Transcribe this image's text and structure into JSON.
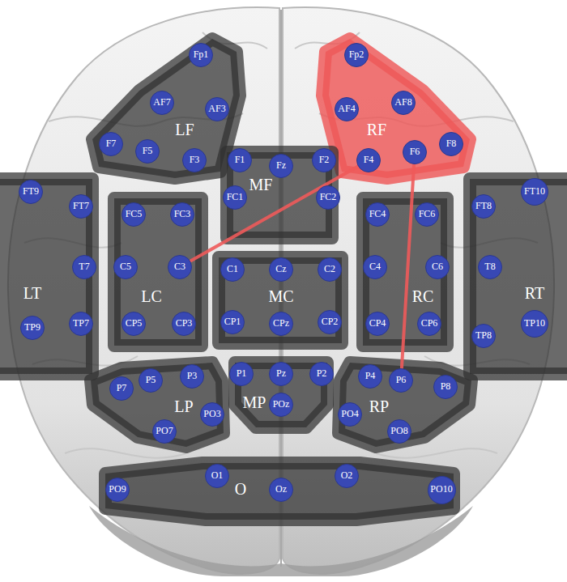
{
  "diagram": {
    "nodes": [
      {
        "text": [
          "LF"
        ]
      },
      {
        "text": [
          "Fp1"
        ],
        "in": 0
      },
      {
        "text": [
          "AF7"
        ],
        "in": 0
      },
      {
        "text": [
          "AF3"
        ],
        "in": 0
      },
      {
        "text": [
          "F7"
        ],
        "in": 0
      },
      {
        "text": [
          "F5"
        ],
        "in": 0
      },
      {
        "text": [
          "F3"
        ],
        "in": 0
      },
      {
        "text": [
          "RF"
        ]
      },
      {
        "text": [
          "Fp2"
        ],
        "in": 7
      },
      {
        "text": [
          "AF4"
        ],
        "in": 7
      },
      {
        "text": [
          "AF8"
        ],
        "in": 7
      },
      {
        "text": [
          "F4"
        ],
        "in": 7
      },
      {
        "text": [
          "F6"
        ],
        "in": 7
      },
      {
        "text": [
          "F8"
        ],
        "in": 7
      },
      {
        "text": [
          "MF"
        ]
      },
      {
        "text": [
          "F1"
        ],
        "in": 14
      },
      {
        "text": [
          "Fz"
        ],
        "in": 14
      },
      {
        "text": [
          "F2"
        ],
        "in": 14
      },
      {
        "text": [
          "FC1"
        ],
        "in": 14
      },
      {
        "text": [
          "FC2"
        ],
        "in": 14
      },
      {
        "text": [
          "LT"
        ]
      },
      {
        "text": [
          "FT9"
        ],
        "in": 20
      },
      {
        "text": [
          "FT7"
        ],
        "in": 20
      },
      {
        "text": [
          "T7"
        ],
        "in": 20
      },
      {
        "text": [
          "TP7"
        ],
        "in": 20
      },
      {
        "text": [
          "TP9"
        ],
        "in": 20
      },
      {
        "text": [
          "LC"
        ]
      },
      {
        "text": [
          "FC5"
        ],
        "in": 26
      },
      {
        "text": [
          "FC3"
        ],
        "in": 26
      },
      {
        "text": [
          "C5"
        ],
        "in": 26
      },
      {
        "text": [
          "C3"
        ],
        "in": 26
      },
      {
        "text": [
          "CP5"
        ],
        "in": 26
      },
      {
        "text": [
          "CP3"
        ],
        "in": 26
      },
      {
        "text": [
          "MC"
        ]
      },
      {
        "text": [
          "C1"
        ],
        "in": 33
      },
      {
        "text": [
          "Cz"
        ],
        "in": 33
      },
      {
        "text": [
          "C2"
        ],
        "in": 33
      },
      {
        "text": [
          "CP1"
        ],
        "in": 33
      },
      {
        "text": [
          "CPz"
        ],
        "in": 33
      },
      {
        "text": [
          "CP2"
        ],
        "in": 33
      },
      {
        "text": [
          "RC"
        ]
      },
      {
        "text": [
          "FC4"
        ],
        "in": 40
      },
      {
        "text": [
          "FC6"
        ],
        "in": 40
      },
      {
        "text": [
          "C4"
        ],
        "in": 40
      },
      {
        "text": [
          "C6"
        ],
        "in": 40
      },
      {
        "text": [
          "CP4"
        ],
        "in": 40
      },
      {
        "text": [
          "CP6"
        ],
        "in": 40
      },
      {
        "text": [
          "RT"
        ]
      },
      {
        "text": [
          "FT8"
        ],
        "in": 47
      },
      {
        "text": [
          "FT10"
        ],
        "in": 47
      },
      {
        "text": [
          "T8"
        ],
        "in": 47
      },
      {
        "text": [
          "TP8"
        ],
        "in": 47
      },
      {
        "text": [
          "TP10"
        ],
        "in": 47
      },
      {
        "text": [
          "LP"
        ]
      },
      {
        "text": [
          "P7"
        ],
        "in": 53
      },
      {
        "text": [
          "P5"
        ],
        "in": 53
      },
      {
        "text": [
          "P3"
        ],
        "in": 53
      },
      {
        "text": [
          "PO7"
        ],
        "in": 53
      },
      {
        "text": [
          "PO3"
        ],
        "in": 53
      },
      {
        "text": [
          "MP"
        ]
      },
      {
        "text": [
          "P1"
        ],
        "in": 59
      },
      {
        "text": [
          "Pz"
        ],
        "in": 59
      },
      {
        "text": [
          "P2"
        ],
        "in": 59
      },
      {
        "text": [
          "POz"
        ],
        "in": 59
      },
      {
        "text": [
          "RP"
        ]
      },
      {
        "text": [
          "P4"
        ],
        "in": 64
      },
      {
        "text": [
          "P6"
        ],
        "in": 64
      },
      {
        "text": [
          "P8"
        ],
        "in": 64
      },
      {
        "text": [
          "PO4"
        ],
        "in": 64
      },
      {
        "text": [
          "PO8"
        ],
        "in": 64
      },
      {
        "text": [
          "O"
        ]
      },
      {
        "text": [
          "PO9"
        ],
        "in": 70
      },
      {
        "text": [
          "O1"
        ],
        "in": 70
      },
      {
        "text": [
          "Oz"
        ],
        "in": 70
      },
      {
        "text": [
          "O2"
        ],
        "in": 70
      },
      {
        "text": [
          "PO10"
        ],
        "in": 70
      }
    ],
    "edges": [
      {
        "from": 11,
        "to": 30,
        "arrow": "none"
      },
      {
        "from": 12,
        "to": 66,
        "arrow": "none"
      }
    ]
  }
}
